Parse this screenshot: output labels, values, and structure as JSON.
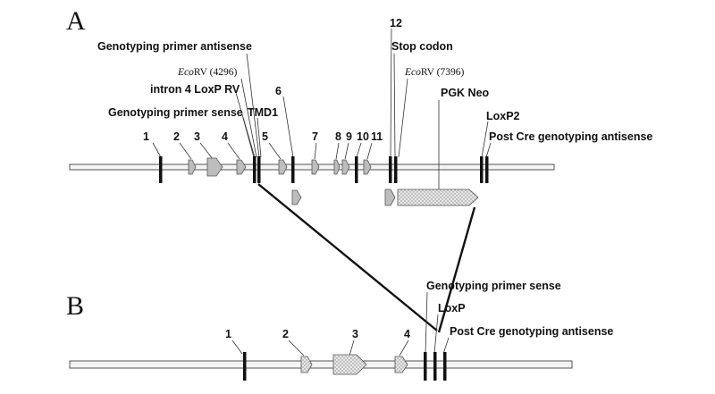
{
  "panels": {
    "a": "A",
    "b": "B"
  },
  "labels_a": {
    "exon1": "1",
    "exon2": "2",
    "exon3": "3",
    "exon4": "4",
    "exon5": "5",
    "exon6": "6",
    "exon7": "7",
    "exon8": "8",
    "exon9": "9",
    "exon10": "10",
    "exon11": "11",
    "exon12": "12",
    "geno_antisense": "Genotyping primer antisense",
    "ecorv_1_name": "Eco",
    "ecorv_1_rest": "RV (4296)",
    "intron4_loxp": "intron 4 LoxP RV",
    "geno_sense": "Genotyping primer sense",
    "tmd1": "TMD1",
    "stop_codon": "Stop codon",
    "ecorv_2_name": "Eco",
    "ecorv_2_rest": "RV (7396)",
    "pgk_neo": "PGK Neo",
    "loxp2": "LoxP2",
    "post_cre": "Post Cre genotyping antisense"
  },
  "labels_b": {
    "exon1": "1",
    "exon2": "2",
    "exon3": "3",
    "exon4": "4",
    "geno_sense": "Genotyping primer sense",
    "loxp": "LoxP",
    "post_cre": "Post Cre genotyping antisense"
  },
  "colors": {
    "bar": "#111111",
    "arrow_fill": "#bdbdbd",
    "backbone": "#f4f4f4"
  }
}
